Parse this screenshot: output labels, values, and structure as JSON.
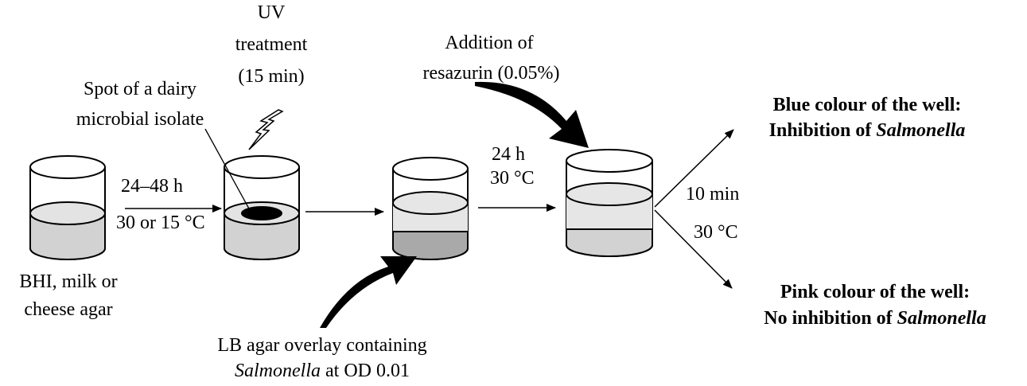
{
  "labels": {
    "uv_line1": "UV",
    "uv_line2": "treatment",
    "uv_line3": "(15 min)",
    "spot_line1": "Spot of a dairy",
    "spot_line2": "microbial isolate",
    "resazurin_line1": "Addition of",
    "resazurin_line2": "resazurin (0.05%)",
    "step1_time": "24–48 h",
    "step1_temp": "30 or 15 °C",
    "step3_time": "24 h",
    "step3_temp": "30 °C",
    "step4_time": "10 min",
    "step4_temp": "30 °C",
    "medium_line1": "BHI, milk or",
    "medium_line2": "cheese agar",
    "overlay_line1": "LB agar overlay containing",
    "overlay_line2_italic": "Salmonella",
    "overlay_line2_rest": " at OD 0.01",
    "result_blue_line1": "Blue colour of the well:",
    "result_blue_line2_prefix": "Inhibition of ",
    "result_blue_line2_italic": "Salmonella",
    "result_pink_line1": "Pink colour of the well:",
    "result_pink_line2_prefix": "No inhibition of ",
    "result_pink_line2_italic": "Salmonella"
  },
  "colors": {
    "agar_light": "#e3e3e3",
    "agar_medium": "#d2d2d2",
    "agar_dark": "#a9a9a9",
    "overlay_liquid": "#e6e6e6",
    "spot": "#000000",
    "stroke": "#000000"
  },
  "icons": [
    "beaker-icon",
    "lightning-bolt-icon",
    "curved-arrow-icon",
    "arrow-icon"
  ]
}
